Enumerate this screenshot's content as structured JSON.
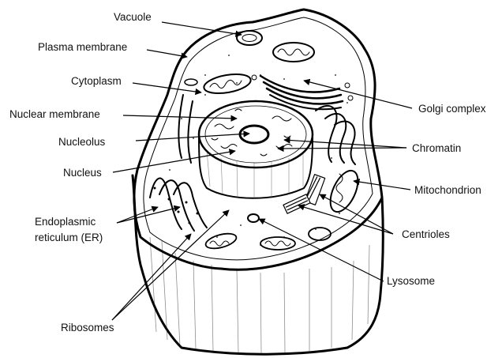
{
  "diagram": {
    "labels": {
      "vacuole": "Vacuole",
      "plasma_membrane": "Plasma membrane",
      "cytoplasm": "Cytoplasm",
      "nuclear_membrane": "Nuclear membrane",
      "nucleolus": "Nucleolus",
      "nucleus": "Nucleus",
      "endoplasmic_reticulum_line1": "Endoplasmic",
      "endoplasmic_reticulum_line2": "reticulum (ER)",
      "ribosomes": "Ribosomes",
      "golgi_complex": "Golgi complex",
      "chromatin": "Chromatin",
      "mitochondrion": "Mitochondrion",
      "centrioles": "Centrioles",
      "lysosome": "Lysosome"
    }
  }
}
